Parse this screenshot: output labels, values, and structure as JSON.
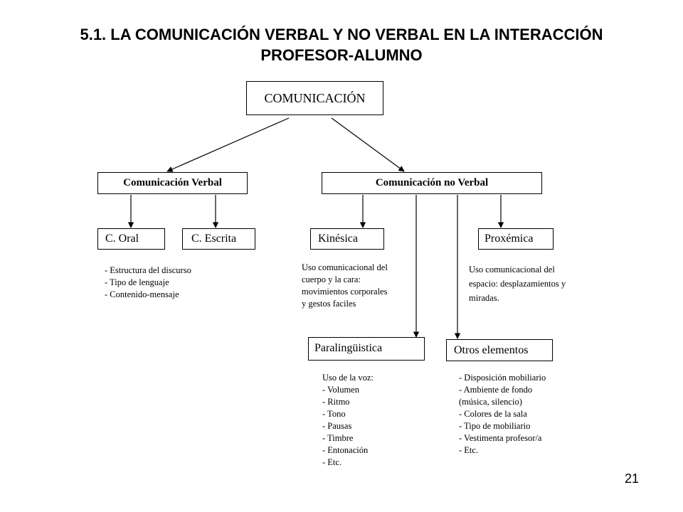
{
  "title": {
    "line1": "5.1. LA COMUNICACIÓN VERBAL Y NO VERBAL EN LA INTERACCIÓN",
    "line2": "PROFESOR-ALUMNO"
  },
  "nodes": {
    "comunicacion": "COMUNICACIÓN",
    "verbal": "Comunicación Verbal",
    "no_verbal": "Comunicación no Verbal",
    "oral": "C. Oral",
    "escrita": "C. Escrita",
    "kinesica": "Kinésica",
    "proxemica": "Proxémica",
    "paralinguistica": "Paralingüistica",
    "otros": "Otros elementos"
  },
  "notes": {
    "verbal": [
      "- Estructura  del discurso",
      "- Tipo de lenguaje",
      "- Contenido-mensaje"
    ],
    "kinesica": [
      "Uso comunicacional del",
      "cuerpo y la cara:",
      "movimientos corporales",
      "y gestos faciles"
    ],
    "proxemica": [
      "Uso comunicacional del",
      "espacio: desplazamientos y",
      "miradas."
    ],
    "paralinguistica": [
      "Uso de la voz:",
      "- Volumen",
      "- Ritmo",
      "- Tono",
      "- Pausas",
      "- Timbre",
      "- Entonación",
      "- Etc."
    ],
    "otros": [
      "- Disposición mobiliario",
      "- Ambiente de fondo",
      "(música, silencio)",
      "- Colores de la sala",
      "- Tipo de mobiliario",
      "- Vestimenta profesor/a",
      "- Etc."
    ]
  },
  "page_number": "21"
}
